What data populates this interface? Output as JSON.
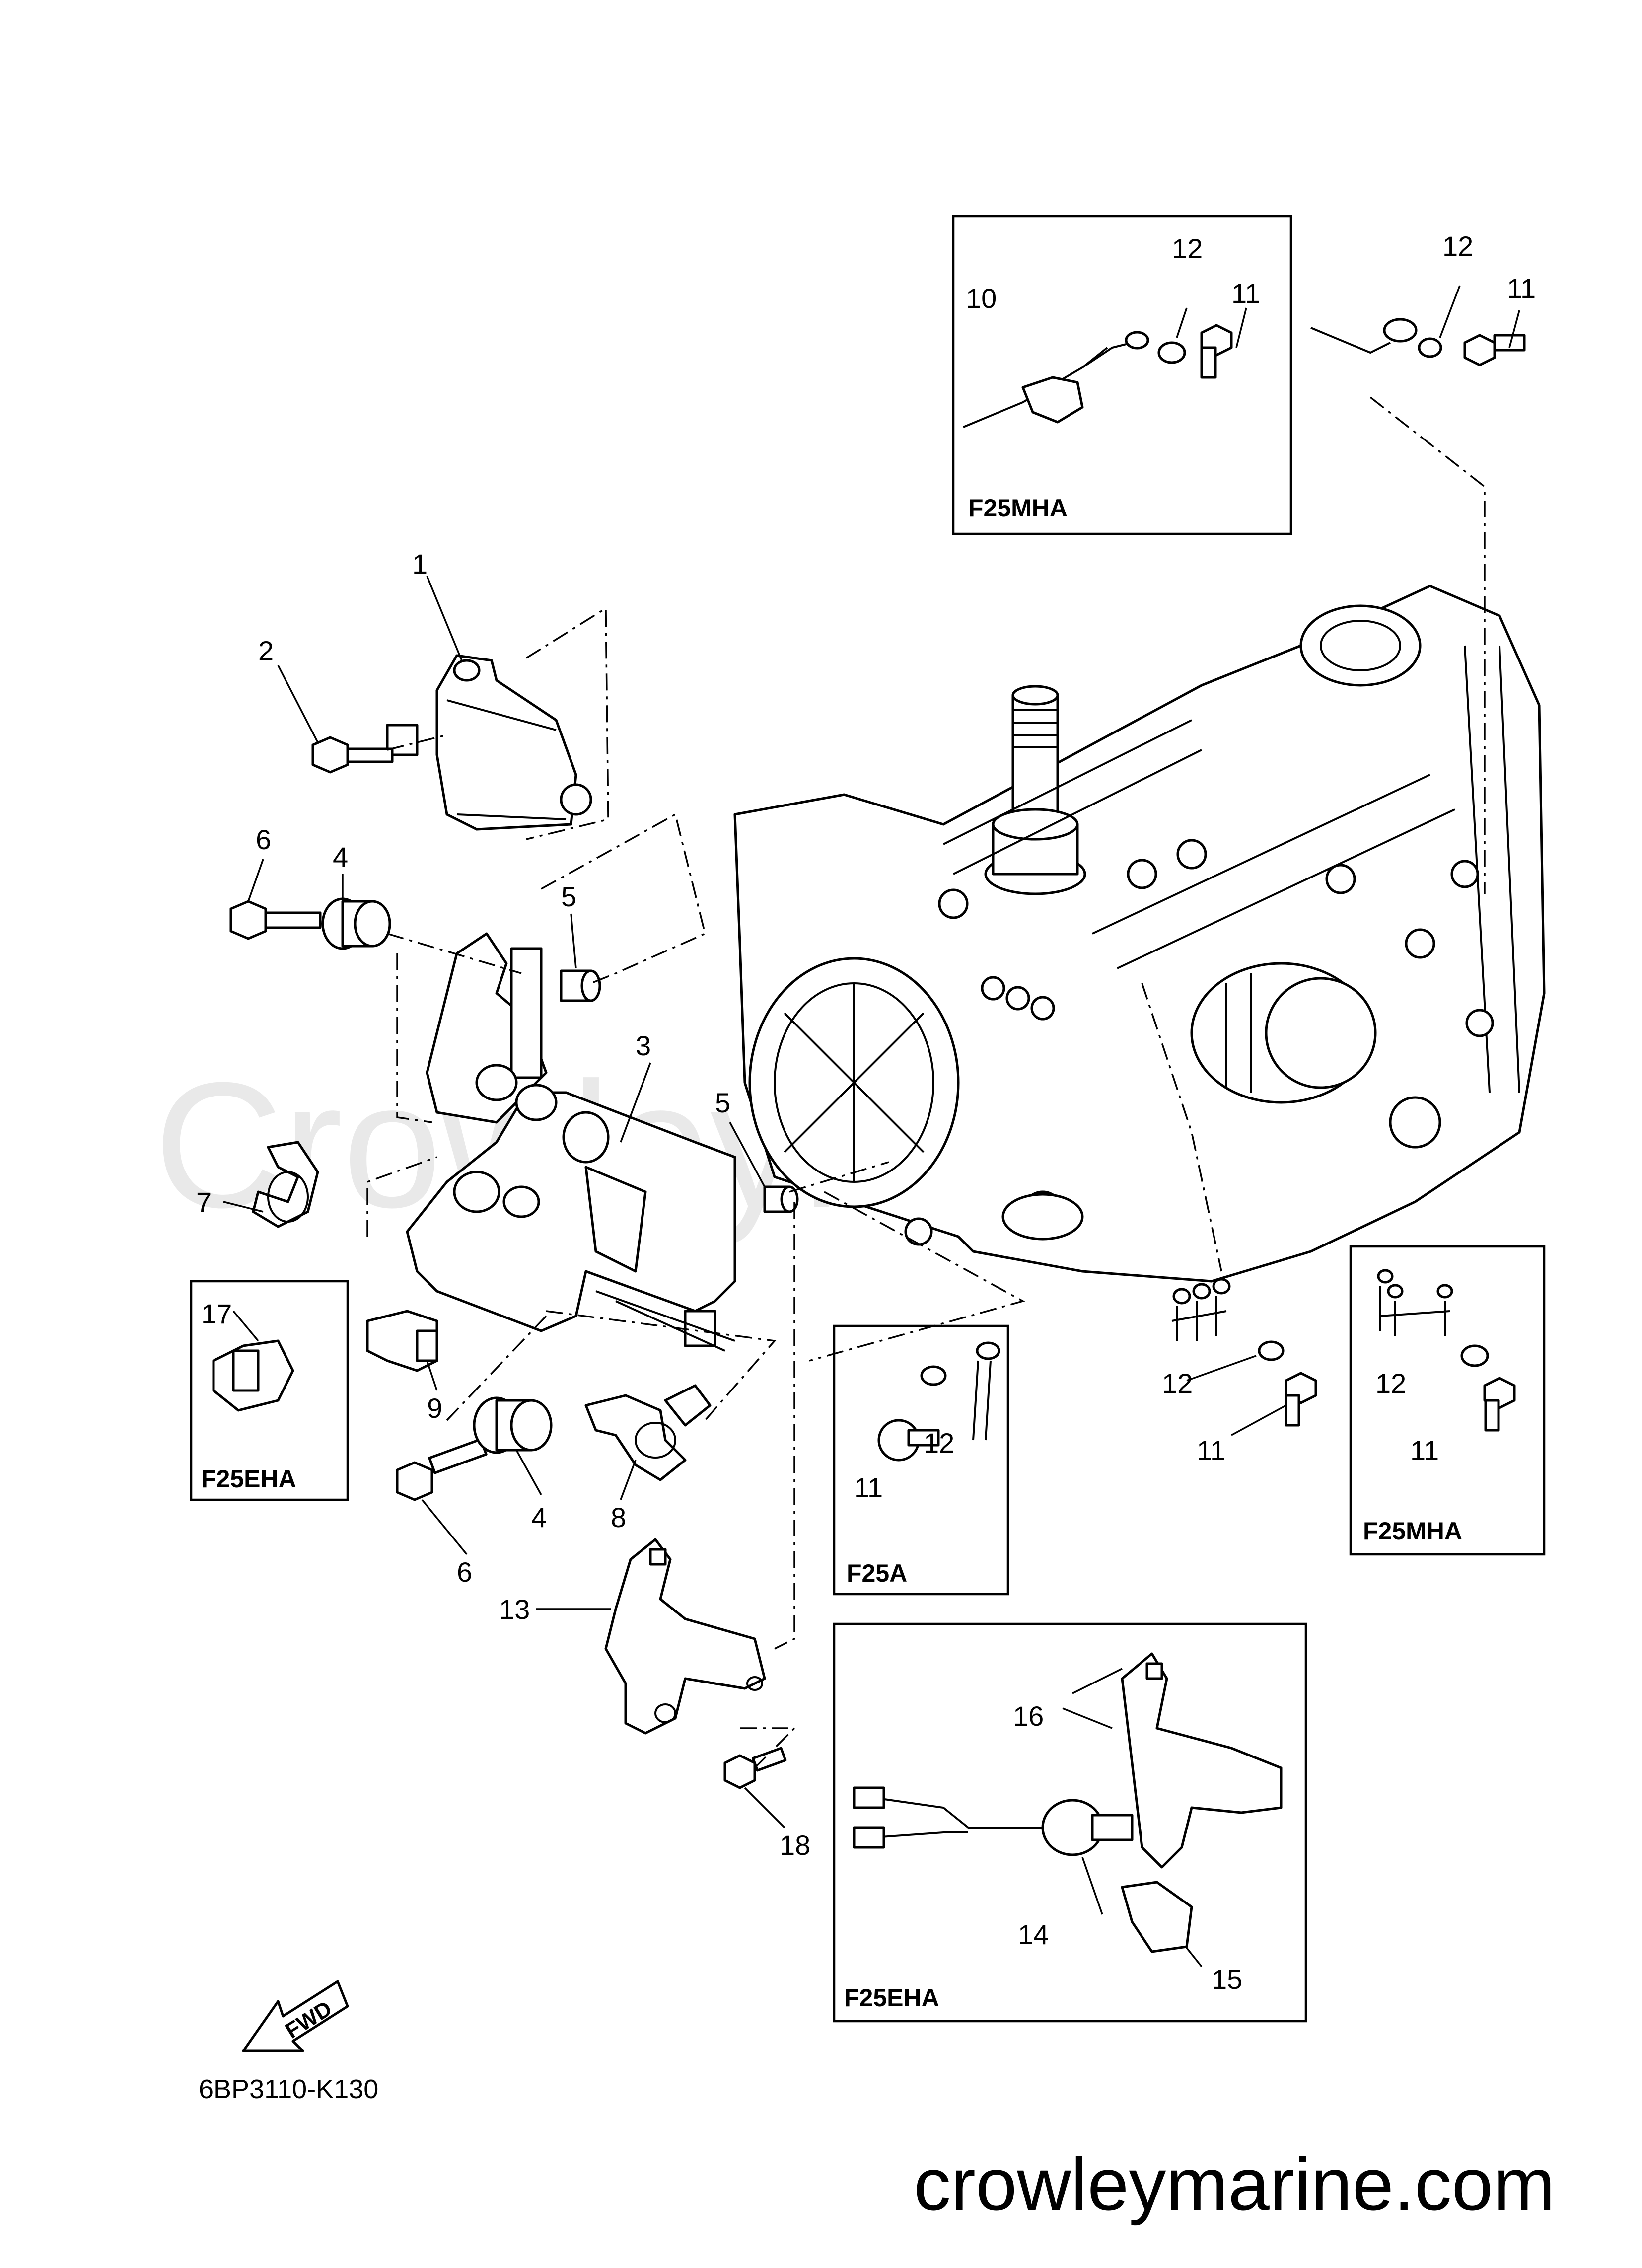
{
  "diagram": {
    "watermark": "CrowleyMarine",
    "part_code": "6BP3110-K130",
    "site": "crowleymarine.com",
    "fwd_label": "FWD",
    "callouts": [
      {
        "id": "c1",
        "text": "1"
      },
      {
        "id": "c2",
        "text": "2"
      },
      {
        "id": "c3",
        "text": "3"
      },
      {
        "id": "c4a",
        "text": "4"
      },
      {
        "id": "c4b",
        "text": "4"
      },
      {
        "id": "c5a",
        "text": "5"
      },
      {
        "id": "c5b",
        "text": "5"
      },
      {
        "id": "c6a",
        "text": "6"
      },
      {
        "id": "c6b",
        "text": "6"
      },
      {
        "id": "c7",
        "text": "7"
      },
      {
        "id": "c8",
        "text": "8"
      },
      {
        "id": "c9",
        "text": "9"
      },
      {
        "id": "c10",
        "text": "10"
      },
      {
        "id": "c11a",
        "text": "11"
      },
      {
        "id": "c11b",
        "text": "11"
      },
      {
        "id": "c11c",
        "text": "11"
      },
      {
        "id": "c11d",
        "text": "11"
      },
      {
        "id": "c11e",
        "text": "11"
      },
      {
        "id": "c12a",
        "text": "12"
      },
      {
        "id": "c12b",
        "text": "12"
      },
      {
        "id": "c12c",
        "text": "12"
      },
      {
        "id": "c12d",
        "text": "12"
      },
      {
        "id": "c12e",
        "text": "12"
      },
      {
        "id": "c13",
        "text": "13"
      },
      {
        "id": "c14",
        "text": "14"
      },
      {
        "id": "c15",
        "text": "15"
      },
      {
        "id": "c16",
        "text": "16"
      },
      {
        "id": "c17",
        "text": "17"
      },
      {
        "id": "c18",
        "text": "18"
      }
    ],
    "boxes": [
      {
        "id": "b-f25mha-top",
        "label": "F25MHA"
      },
      {
        "id": "b-f25mha-right",
        "label": "F25MHA"
      },
      {
        "id": "b-f25a",
        "label": "F25A"
      },
      {
        "id": "b-f25eha-left",
        "label": "F25EHA"
      },
      {
        "id": "b-f25eha-bottom",
        "label": "F25EHA"
      }
    ]
  }
}
